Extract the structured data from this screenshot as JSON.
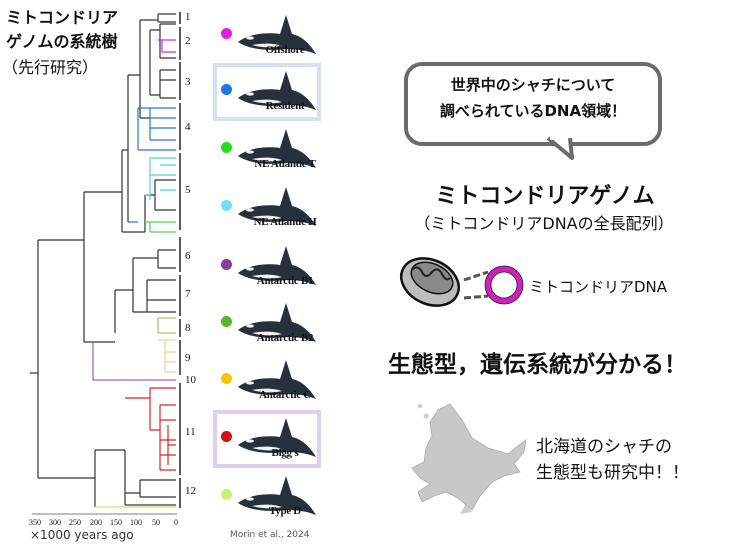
{
  "left_title": {
    "line1": "ミトコンドリア",
    "line2": "ゲノムの系統樹",
    "line3": "（先行研究）"
  },
  "clade_numbers": [
    "1",
    "2",
    "3",
    "4",
    "5",
    "6",
    "7",
    "8",
    "9",
    "10",
    "11",
    "12"
  ],
  "ecotypes": [
    {
      "label": "Offshore",
      "color": "#e21ee0",
      "highlight": ""
    },
    {
      "label": "Resident",
      "color": "#1a78e0",
      "highlight": "#d4e2f0"
    },
    {
      "label": "NE Atlantic T",
      "color": "#22dd22",
      "highlight": ""
    },
    {
      "label": "NE Atlantic H",
      "color": "#6ee2f2",
      "highlight": ""
    },
    {
      "label": "Antarctic B1",
      "color": "#8a3c9e",
      "highlight": ""
    },
    {
      "label": "Antarctic B2",
      "color": "#5ab52a",
      "highlight": ""
    },
    {
      "label": "Antarctic C",
      "color": "#f6c400",
      "highlight": ""
    },
    {
      "label": "Bigg's",
      "color": "#d21010",
      "highlight": "#dcd0ee"
    },
    {
      "label": "Type D",
      "color": "#c8f272",
      "highlight": ""
    }
  ],
  "axis": {
    "ticks": [
      "350",
      "300",
      "250",
      "200",
      "150",
      "100",
      "50",
      "0"
    ],
    "unit_label": "×1000 years ago"
  },
  "citation": "Morin et al., 2024",
  "bubble": {
    "line1": "世界中のシャチについて",
    "line2": "調べられているDNA領域！"
  },
  "heading": "ミトコンドリアゲノム",
  "subheading": "（ミトコンドリアDNAの全長配列）",
  "mtdna_label": "ミトコンドリアDNA",
  "conclusion": "生態型，遺伝系統が分かる！",
  "hokkaido_text": {
    "line1": "北海道のシャチの",
    "line2": "生態型も研究中！！"
  }
}
